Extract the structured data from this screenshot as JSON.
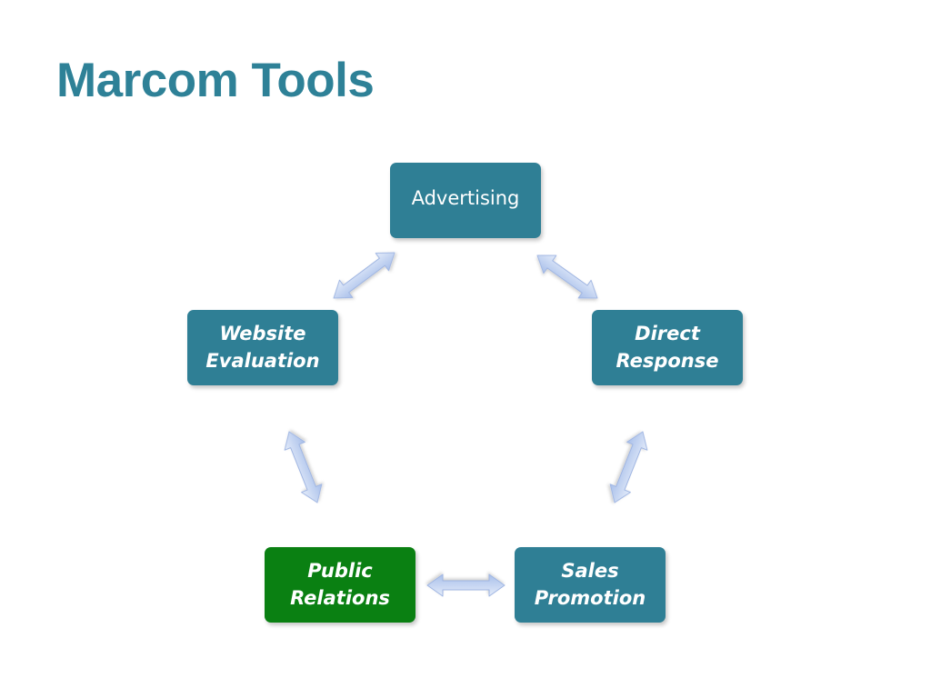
{
  "slide": {
    "title": "Marcom Tools"
  },
  "colors": {
    "title": "#2E8197",
    "node_default": "#2F7F95",
    "node_highlight": "#0A8012",
    "arrow_fill_top": "#E4ECFA",
    "arrow_fill_bottom": "#A8BFEA",
    "arrow_stroke": "#9FB5E2"
  },
  "nodes": {
    "advertising": {
      "label": "Advertising"
    },
    "website_evaluation": {
      "label": "Website\nEvaluation"
    },
    "direct_response": {
      "label": "Direct\nResponse"
    },
    "public_relations": {
      "label": "Public\nRelations"
    },
    "sales_promotion": {
      "label": "Sales\nPromotion"
    }
  },
  "connectors": {
    "icon": "double-headed-arrow",
    "links": [
      [
        "advertising",
        "direct_response"
      ],
      [
        "direct_response",
        "sales_promotion"
      ],
      [
        "sales_promotion",
        "public_relations"
      ],
      [
        "public_relations",
        "website_evaluation"
      ],
      [
        "website_evaluation",
        "advertising"
      ]
    ]
  }
}
